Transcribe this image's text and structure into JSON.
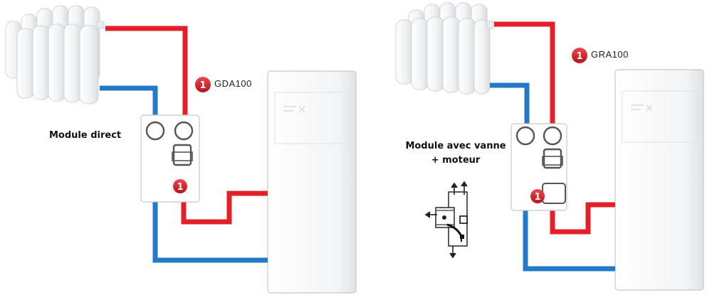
{
  "colors": {
    "hot_pipe": "#e3202a",
    "cold_pipe": "#2479c8",
    "badge": "#d8202c",
    "outline": "#c9cdd2"
  },
  "left": {
    "badge_number": "1",
    "product_code": "GDA100",
    "label": "Module direct",
    "module_badge_number": "1"
  },
  "right": {
    "badge_number": "1",
    "product_code": "GRA100",
    "label_line1": "Module avec vanne",
    "label_line2": "+ moteur",
    "module_badge_number": "1"
  }
}
